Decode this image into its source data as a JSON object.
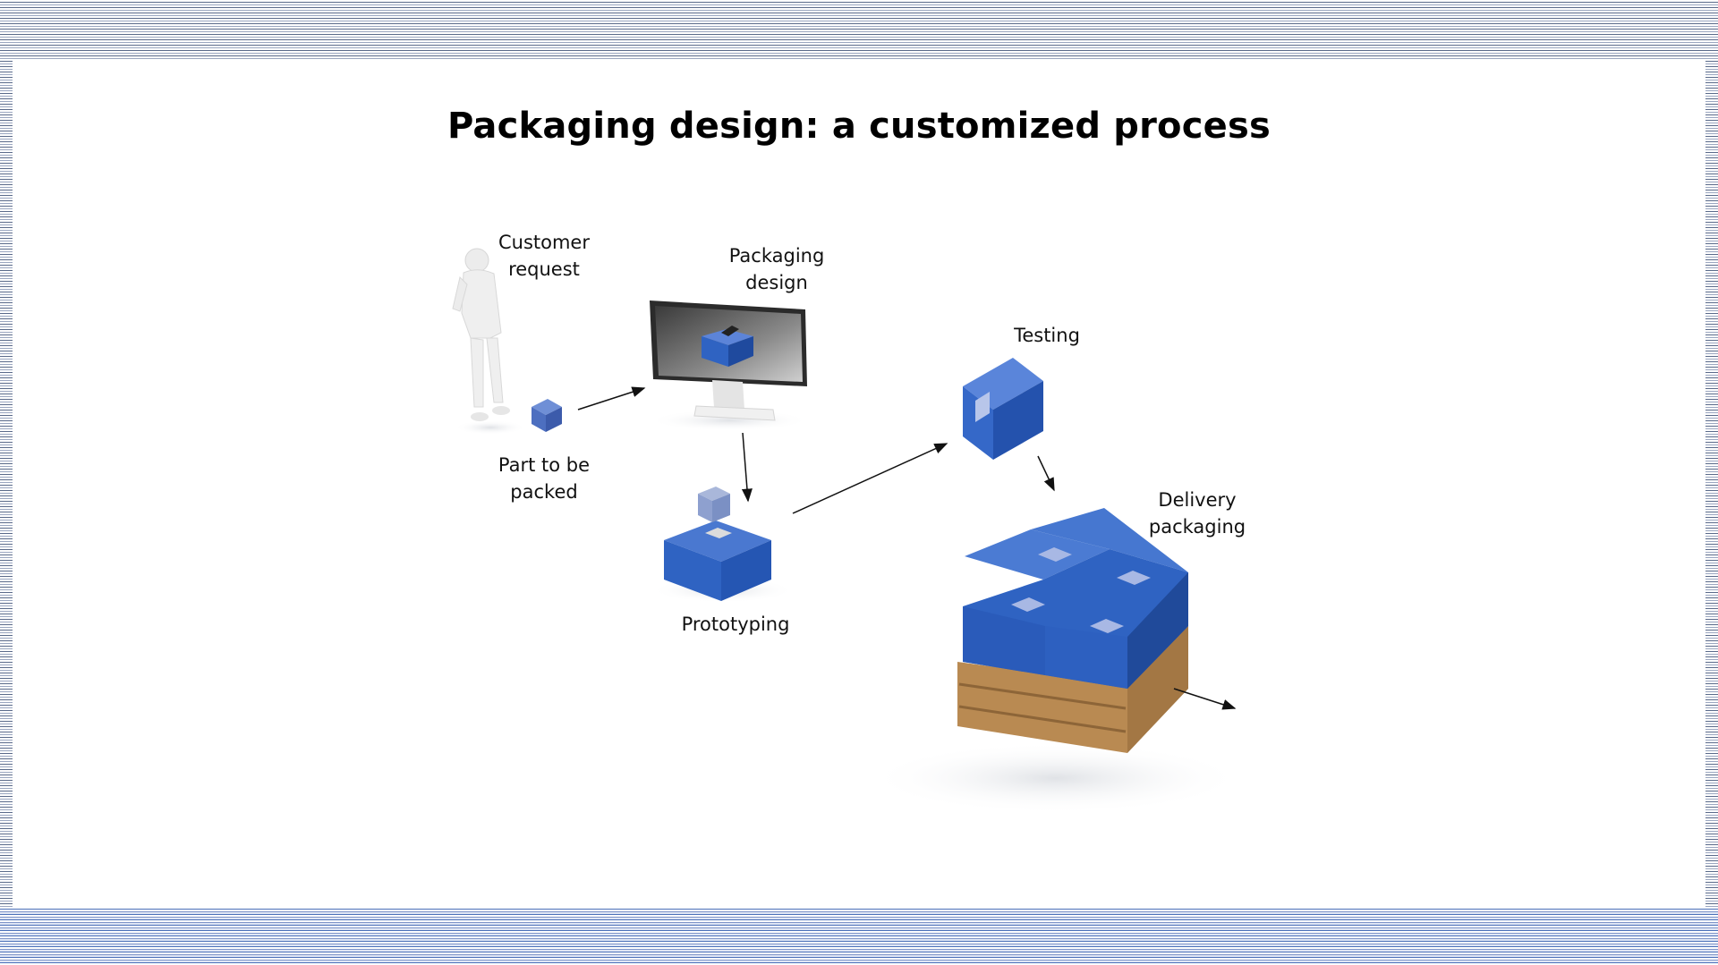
{
  "title": "Packaging design: a customized process",
  "steps": {
    "customer_request": [
      "Customer",
      "request"
    ],
    "part_to_be_packed": [
      "Part to be",
      "packed"
    ],
    "packaging_design": [
      "Packaging",
      "design"
    ],
    "prototyping": "Prototyping",
    "testing": "Testing",
    "delivery_packaging": [
      "Delivery",
      "packaging"
    ]
  },
  "colors": {
    "box_blue": "#2f63c2",
    "box_blue_dark": "#1f4a9e",
    "pallet_wood": "#b98a52",
    "stripe_gray": "#5a6a8a",
    "stripe_blue": "#4a6fb8"
  },
  "icons": [
    "person-figure-icon",
    "small-cube-icon",
    "monitor-icon",
    "prototype-box-icon",
    "test-box-icon",
    "pallet-icon",
    "arrow-icon"
  ]
}
